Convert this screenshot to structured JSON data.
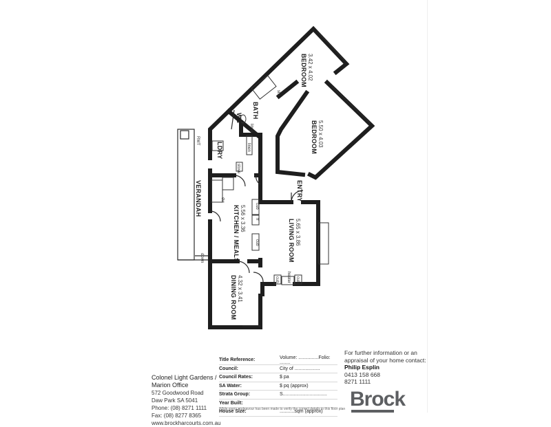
{
  "rooms": {
    "bedroom1": {
      "name": "BEDROOM",
      "dims": "3.42 x 4.02"
    },
    "bedroom2": {
      "name": "BEDROOM",
      "dims": "5.50 x 4.03"
    },
    "bath": {
      "name": "BATH"
    },
    "wc": {
      "name": "WC"
    },
    "ldry": {
      "name": "LDRY"
    },
    "linen": {
      "name": "linen"
    },
    "kitchen": {
      "name": "KITCHEN / MEALS",
      "dims": "5.56 x 3.36"
    },
    "living": {
      "name": "LIVING ROOM",
      "dims": "5.65 x 3.86"
    },
    "dining": {
      "name": "DINING ROOM",
      "dims": "4.32 x 3.41"
    },
    "verandah": {
      "name": "VERANDAH"
    },
    "entry": {
      "name": "ENTRY"
    }
  },
  "fixture_labels": {
    "rwt": "RWT",
    "shr": "shr",
    "linen_small": "linen",
    "dw": "dw",
    "fr": "fr",
    "cub1": "cub",
    "cub2": "cub",
    "cub3": "cub",
    "cub4": "cub",
    "heater": "heater",
    "down": "down",
    "stove": "stove"
  },
  "office": {
    "name": "Colonel Light Gardens /",
    "branch": "Marion Office",
    "address1": "572 Goodwood Road",
    "address2": "Daw Park SA 5041",
    "phone": "Phone: (08) 8271 1111",
    "fax": "Fax: (08) 8277 8365",
    "web": "www.brockharcourts.com.au"
  },
  "info_table": [
    {
      "key": "Title Reference:",
      "value": "Volume: ...............Folio: ........"
    },
    {
      "key": "Council:",
      "value": "City of ..................."
    },
    {
      "key": "Council Rates:",
      "value": "$ pa"
    },
    {
      "key": "SA Water:",
      "value": "$ pq (approx)"
    },
    {
      "key": "Strata Group:",
      "value": "S................................."
    },
    {
      "key": "Year Built:",
      "value": ""
    },
    {
      "key": "House Size:",
      "value": "...........sqm (approx)"
    }
  ],
  "disclaimer": "While every endeavour has been made to verify the correct details in this floor plan",
  "contact": {
    "intro1": "For further information or an",
    "intro2": "appraisal of your home contact:",
    "agent": "Philip Esplin",
    "mobile": "0413 158 668",
    "phone": "8271 1111"
  },
  "brand": {
    "name": "Brock",
    "color": "#5d5f62"
  }
}
